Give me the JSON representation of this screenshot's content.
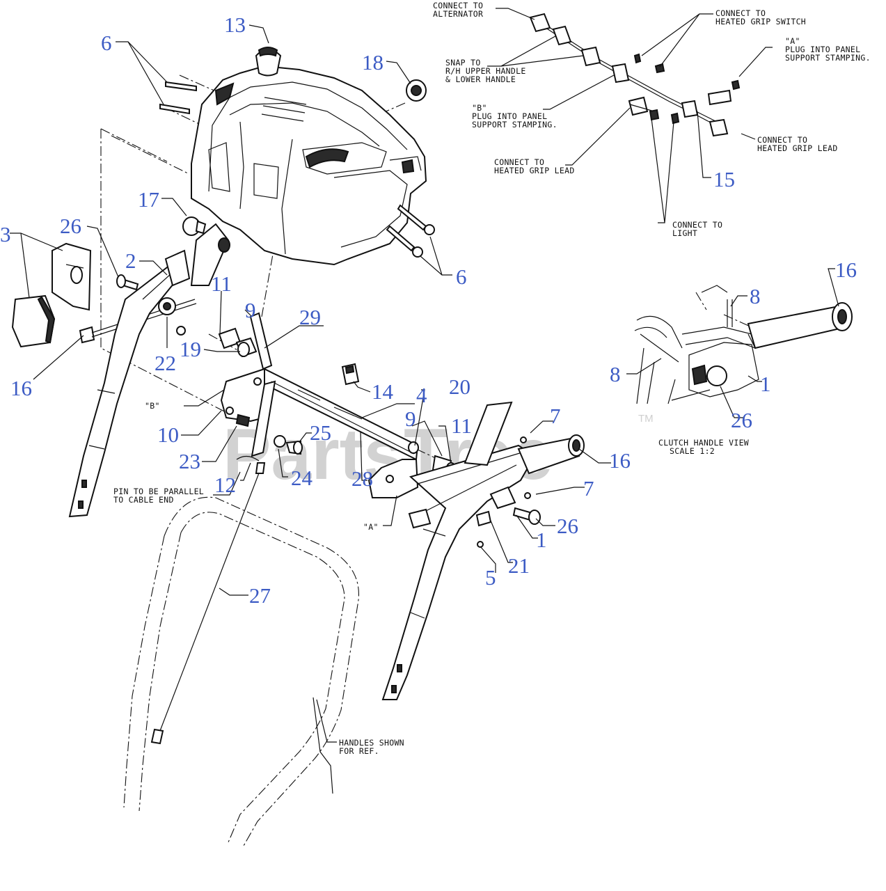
{
  "diagram": {
    "watermark": "PartsTree",
    "trademark": "TM",
    "accent_color": "#3c5bc4",
    "callouts": [
      {
        "id": "c13",
        "text": "13"
      },
      {
        "id": "c6a",
        "text": "6"
      },
      {
        "id": "c18",
        "text": "18"
      },
      {
        "id": "c17",
        "text": "17"
      },
      {
        "id": "c26a",
        "text": "26"
      },
      {
        "id": "c3",
        "text": "3"
      },
      {
        "id": "c2",
        "text": "2"
      },
      {
        "id": "c11a",
        "text": "11"
      },
      {
        "id": "c9a",
        "text": "9"
      },
      {
        "id": "c29",
        "text": "29"
      },
      {
        "id": "c6b",
        "text": "6"
      },
      {
        "id": "c19",
        "text": "19"
      },
      {
        "id": "c22",
        "text": "22"
      },
      {
        "id": "c16a",
        "text": "16"
      },
      {
        "id": "c14",
        "text": "14"
      },
      {
        "id": "c20",
        "text": "20"
      },
      {
        "id": "c4",
        "text": "4"
      },
      {
        "id": "c10",
        "text": "10"
      },
      {
        "id": "c9b",
        "text": "9"
      },
      {
        "id": "c11b",
        "text": "11"
      },
      {
        "id": "c25",
        "text": "25"
      },
      {
        "id": "c23",
        "text": "23"
      },
      {
        "id": "c24",
        "text": "24"
      },
      {
        "id": "c12",
        "text": "12"
      },
      {
        "id": "c28",
        "text": "28"
      },
      {
        "id": "c7a",
        "text": "7"
      },
      {
        "id": "c16b",
        "text": "16"
      },
      {
        "id": "c7b",
        "text": "7"
      },
      {
        "id": "c26b",
        "text": "26"
      },
      {
        "id": "c1a",
        "text": "1"
      },
      {
        "id": "c21",
        "text": "21"
      },
      {
        "id": "c5",
        "text": "5"
      },
      {
        "id": "c27",
        "text": "27"
      },
      {
        "id": "c15",
        "text": "15"
      },
      {
        "id": "c16c",
        "text": "16"
      },
      {
        "id": "c8a",
        "text": "8"
      },
      {
        "id": "c8b",
        "text": "8"
      },
      {
        "id": "c1b",
        "text": "1"
      },
      {
        "id": "c26c",
        "text": "26"
      }
    ],
    "notes": {
      "connect_alternator": [
        "CONNECT TO",
        "ALTERNATOR"
      ],
      "connect_heated_grip_switch": [
        "CONNECT TO",
        "HEATED GRIP SWITCH"
      ],
      "plug_a": [
        "\"A\"",
        "PLUG INTO PANEL",
        "SUPPORT STAMPING."
      ],
      "snap_handle": [
        "SNAP TO",
        "R/H  UPPER HANDLE",
        "& LOWER HANDLE"
      ],
      "plug_b": [
        "\"B\"",
        "PLUG INTO PANEL",
        "SUPPORT STAMPING."
      ],
      "connect_heated_grip_lead_right": [
        "CONNECT TO",
        "HEATED GRIP LEAD"
      ],
      "connect_heated_grip_lead_left": [
        "CONNECT TO",
        "HEATED GRIP LEAD"
      ],
      "connect_light": [
        "CONNECT TO",
        "LIGHT"
      ],
      "clutch_view": [
        "CLUTCH HANDLE VIEW",
        "SCALE 1:2"
      ],
      "marker_b": "\"B\"",
      "marker_a": "\"A\"",
      "pin_note": [
        "PIN TO BE PARALLEL",
        "TO CABLE END"
      ],
      "handles_note": [
        "HANDLES SHOWN",
        "FOR REF."
      ]
    }
  }
}
